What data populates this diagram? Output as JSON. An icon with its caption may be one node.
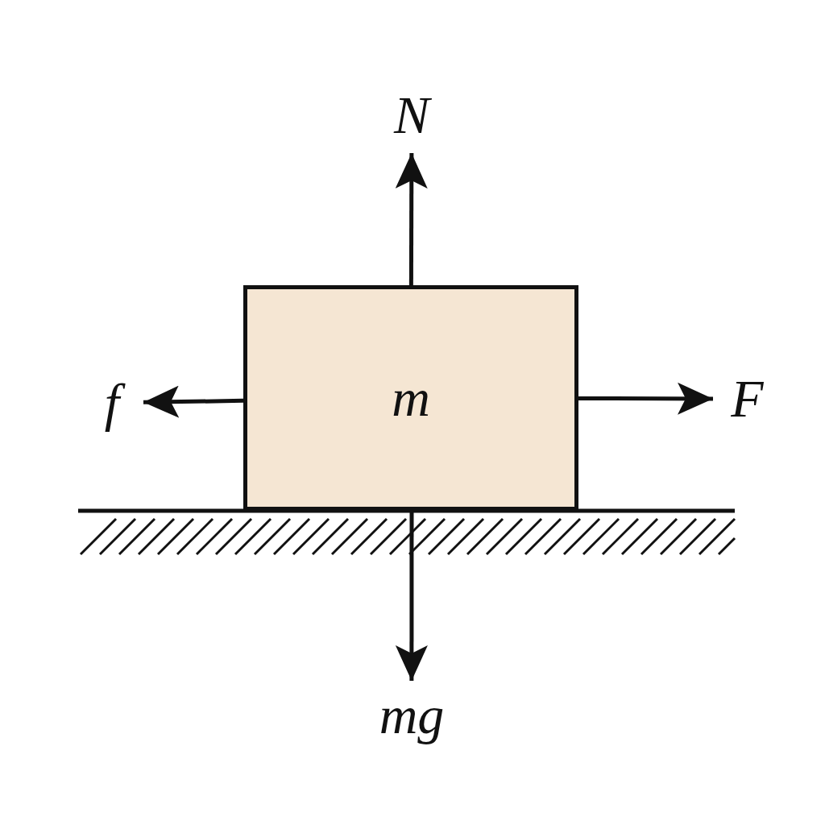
{
  "diagram": {
    "nodes": [
      {
        "text": [
          "m"
        ]
      },
      {
        "text": [
          "N"
        ]
      },
      {
        "text": [
          "f"
        ]
      },
      {
        "text": [
          "F"
        ]
      },
      {
        "text": [
          "mg"
        ]
      }
    ],
    "edges": [
      {
        "from": 0,
        "to": 1,
        "arrow": "to"
      },
      {
        "from": 0,
        "to": 2,
        "arrow": "to"
      },
      {
        "from": 0,
        "to": 3,
        "arrow": "to"
      },
      {
        "from": 0,
        "to": 4,
        "arrow": "to"
      }
    ]
  }
}
